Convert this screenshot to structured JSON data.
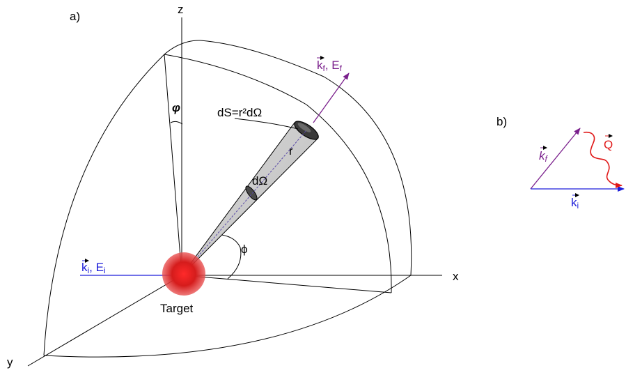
{
  "panel_a": {
    "label": "a)",
    "axes": {
      "z": "z",
      "x": "x",
      "y": "y"
    },
    "target": "Target",
    "incident": {
      "k": "k",
      "k_sub": "i",
      "e": "E",
      "e_sub": "i",
      "color": "#1c1cd9"
    },
    "scattered": {
      "k": "k",
      "k_sub": "f",
      "e": "E",
      "e_sub": "f",
      "color": "#7a1f8c"
    },
    "surface_element": "dS=r²dΩ",
    "solid_angle": "dΩ",
    "radius": "r",
    "polar_angle": "φ",
    "azimuth_angle": "ϕ"
  },
  "panel_b": {
    "label": "b)",
    "kf": {
      "k": "k",
      "k_sub": "f",
      "color": "#7a1f8c"
    },
    "ki": {
      "k": "k",
      "k_sub": "i",
      "color": "#1c1cd9"
    },
    "q": {
      "text": "Q",
      "color": "#e01818"
    }
  },
  "icons": {
    "target": "red-sphere-icon"
  }
}
